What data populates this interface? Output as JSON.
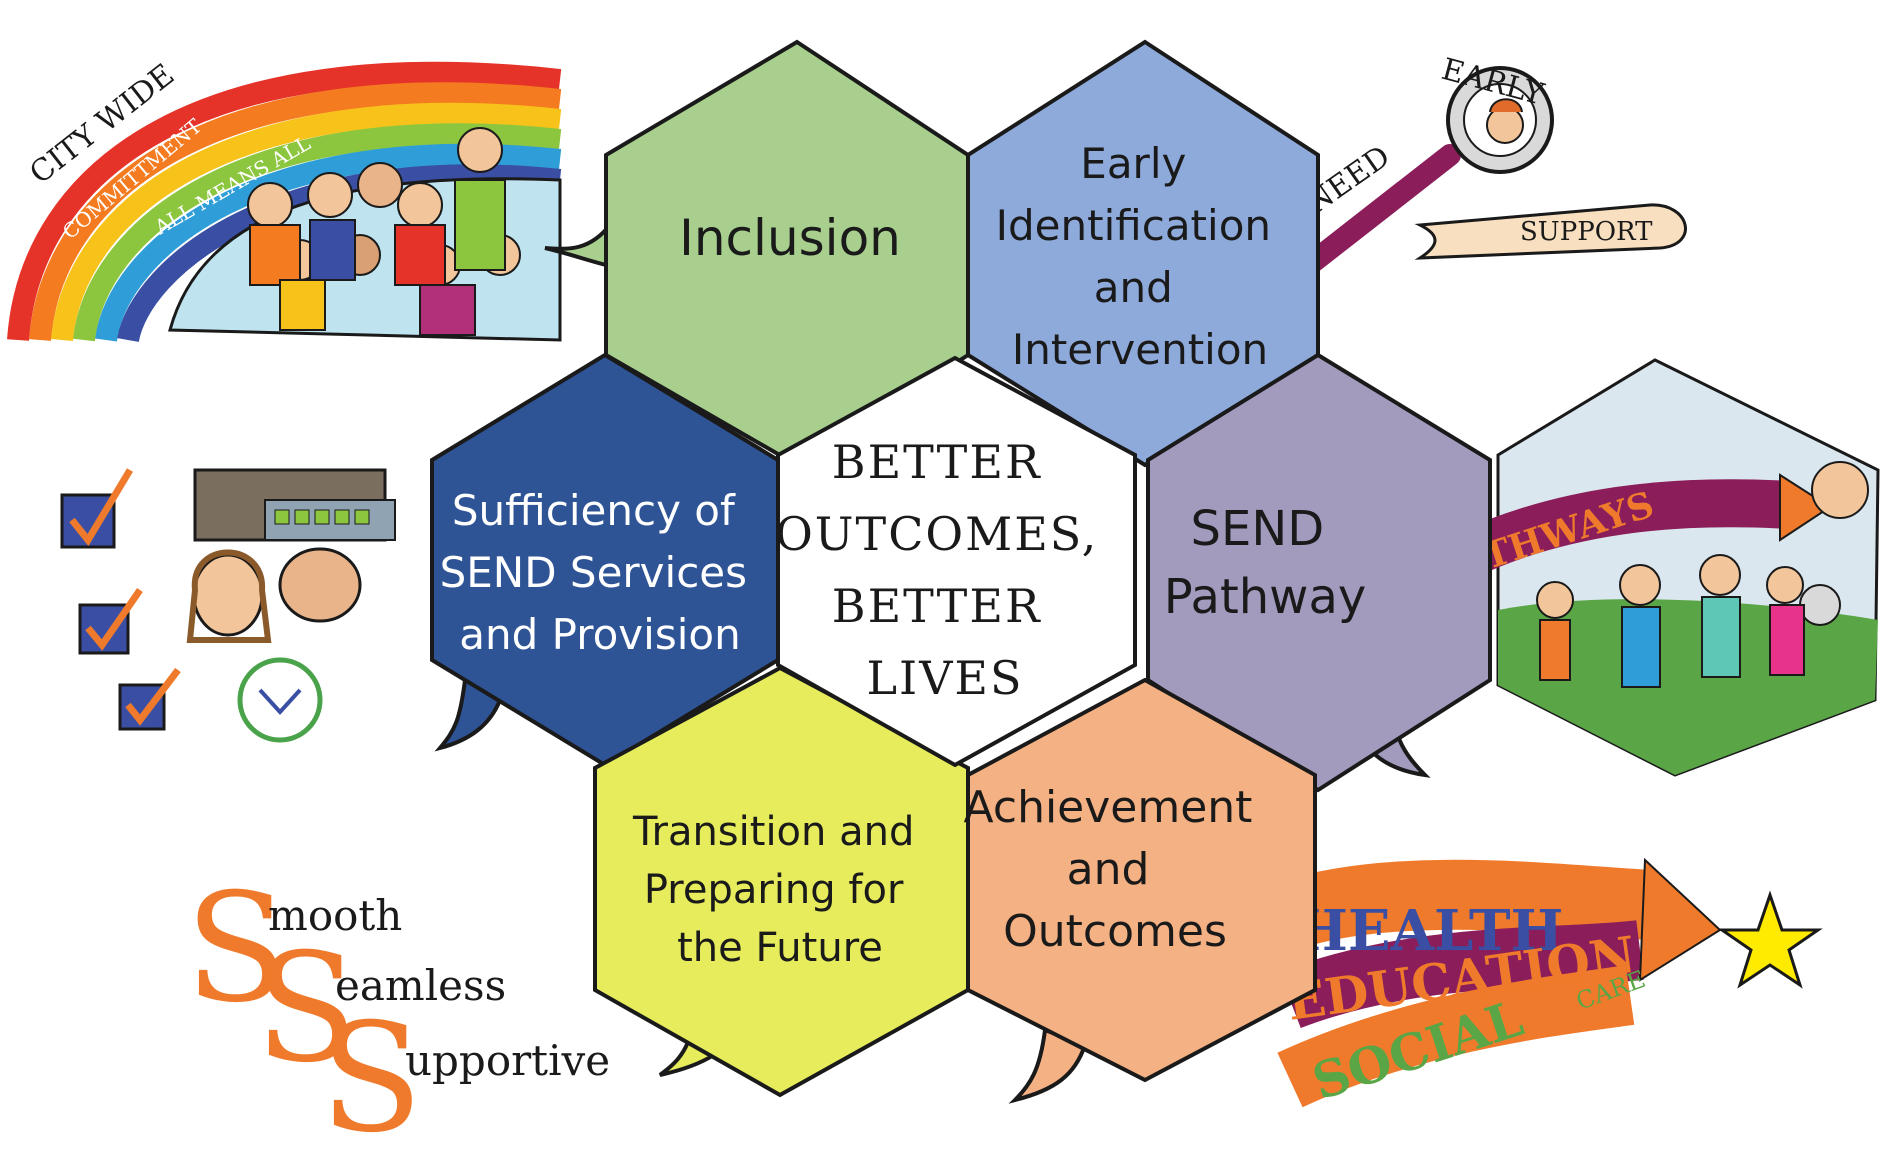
{
  "center": {
    "lines": [
      "BETTER",
      "OUTCOMES,",
      "BETTER",
      "LIVES"
    ]
  },
  "hexagons": {
    "inclusion": {
      "lines": [
        "Inclusion"
      ],
      "color": "#a8cf8e"
    },
    "early": {
      "lines": [
        "Early",
        "Identification",
        "and",
        "Intervention"
      ],
      "color": "#8eaadb"
    },
    "sufficiency": {
      "lines": [
        "Sufficiency of",
        "SEND Services",
        "and Provision"
      ],
      "color": "#2f5496"
    },
    "pathway": {
      "lines": [
        "SEND",
        "Pathway"
      ],
      "color": "#a39bbd"
    },
    "transition": {
      "lines": [
        "Transition and",
        "Preparing for",
        "the Future"
      ],
      "color": "#e6ec5c"
    },
    "achievement": {
      "lines": [
        "Achievement",
        "and",
        "Outcomes"
      ],
      "color": "#f4b183"
    }
  },
  "illustrations": {
    "rainbow": {
      "arc_text": "CITY WIDE",
      "band1": "COMMITTMENT",
      "band2": "ALL MEANS ALL"
    },
    "magnifier": {
      "need": "NEED",
      "early": "EARLY",
      "support": "SUPPORT"
    },
    "pathways": {
      "banner": "PATHWAYS"
    },
    "smooth": {
      "line1": "mooth",
      "line2": "eamless",
      "line3": "upportive",
      "initial": "S"
    },
    "arrow": {
      "health": "HEALTH",
      "education": "EDUCATION",
      "social": "SOCIAL",
      "care": "CARE"
    }
  },
  "colors": {
    "outline": "#1a1a1a",
    "rainbow": [
      "#e63329",
      "#f47b20",
      "#f7c31a",
      "#8cc63f",
      "#2f9ed8",
      "#3a4fa3"
    ],
    "smooth_s": "#f07a2b",
    "star": "#ffeb00"
  }
}
